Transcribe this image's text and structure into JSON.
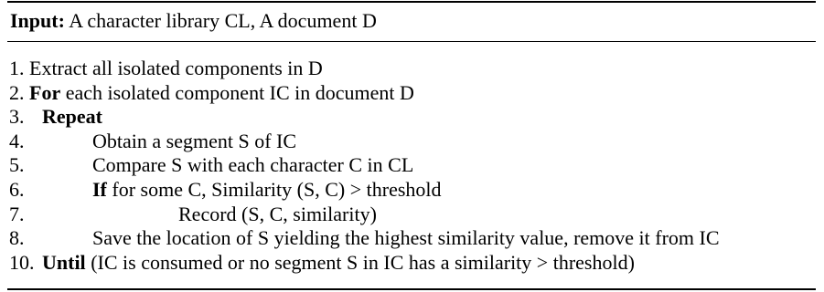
{
  "algorithm": {
    "input": {
      "keyword": "Input:",
      "text": " A character library CL, A document D"
    },
    "steps": [
      {
        "num": "1.",
        "keyword": "",
        "text": "Extract all isolated components in D",
        "inline": true,
        "indent": 0
      },
      {
        "num": "2.",
        "keyword": "For",
        "text": " each isolated component IC in document D",
        "inline": true,
        "indent": 0
      },
      {
        "num": "3.",
        "keyword": "Repeat",
        "text": "",
        "inline": false,
        "indent": 1
      },
      {
        "num": "4.",
        "keyword": "",
        "text": "Obtain a segment S of IC",
        "inline": false,
        "indent": 2
      },
      {
        "num": "5.",
        "keyword": "",
        "text": "Compare S with each character C in CL",
        "inline": false,
        "indent": 2
      },
      {
        "num": "6.",
        "keyword": "If",
        "text": " for some C, Similarity (S, C) > threshold",
        "inline": false,
        "indent": 2
      },
      {
        "num": "7.",
        "keyword": "",
        "text": "Record (S, C, similarity)",
        "inline": false,
        "indent": 3
      },
      {
        "num": "8.",
        "keyword": "",
        "text": "Save the location of S yielding the highest similarity value, remove it from IC",
        "inline": false,
        "indent": 2
      },
      {
        "num": "10.",
        "keyword": "Until",
        "text": " (IC is consumed or no segment S in IC has a similarity > threshold)",
        "inline": false,
        "indent": 1
      }
    ]
  }
}
